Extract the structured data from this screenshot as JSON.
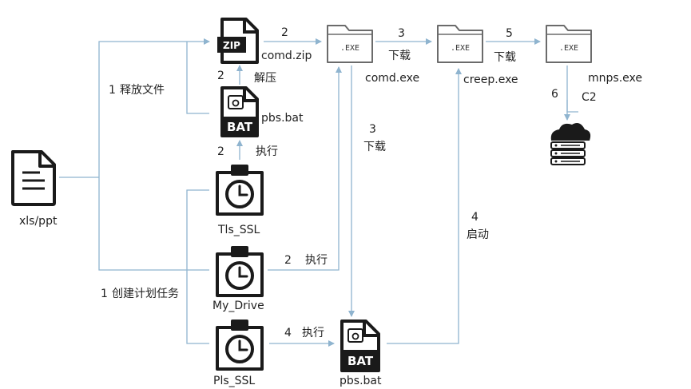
{
  "nodes": {
    "doc": "xls/ppt",
    "zip": "comd.zip",
    "zip_badge": "ZIP",
    "bat1": "pbs.bat",
    "bat2": "pbs.bat",
    "bat_badge": "BAT",
    "task1": "Tls_SSL",
    "task2": "My_Drive",
    "task3": "Pls_SSL",
    "exe1": "comd.exe",
    "exe2": "creep.exe",
    "exe3": "mnps.exe",
    "exe_badge": ".EXE"
  },
  "edges": {
    "release_num": "1",
    "release_text": "释放文件",
    "schedule_num": "1",
    "schedule_text": "创建计划任务",
    "zip_to_exe_num": "2",
    "unzip_num": "2",
    "unzip_text": "解压",
    "exec_bat_num": "2",
    "exec_bat_text": "执行",
    "mydrive_exec_num": "2",
    "mydrive_exec_text": "执行",
    "dl1_num": "3",
    "dl1_text": "下载",
    "dl2_num": "3",
    "dl2_text": "下载",
    "dl3_num": "5",
    "dl3_text": "下载",
    "pls_exec_num": "4",
    "pls_exec_text": "执行",
    "start_num": "4",
    "start_text": "启动",
    "c2_num": "6",
    "c2_text": "C2"
  },
  "colors": {
    "line": "#8fb4cf",
    "icon": "#1a1a1a",
    "folder": "#6b6b6b"
  }
}
